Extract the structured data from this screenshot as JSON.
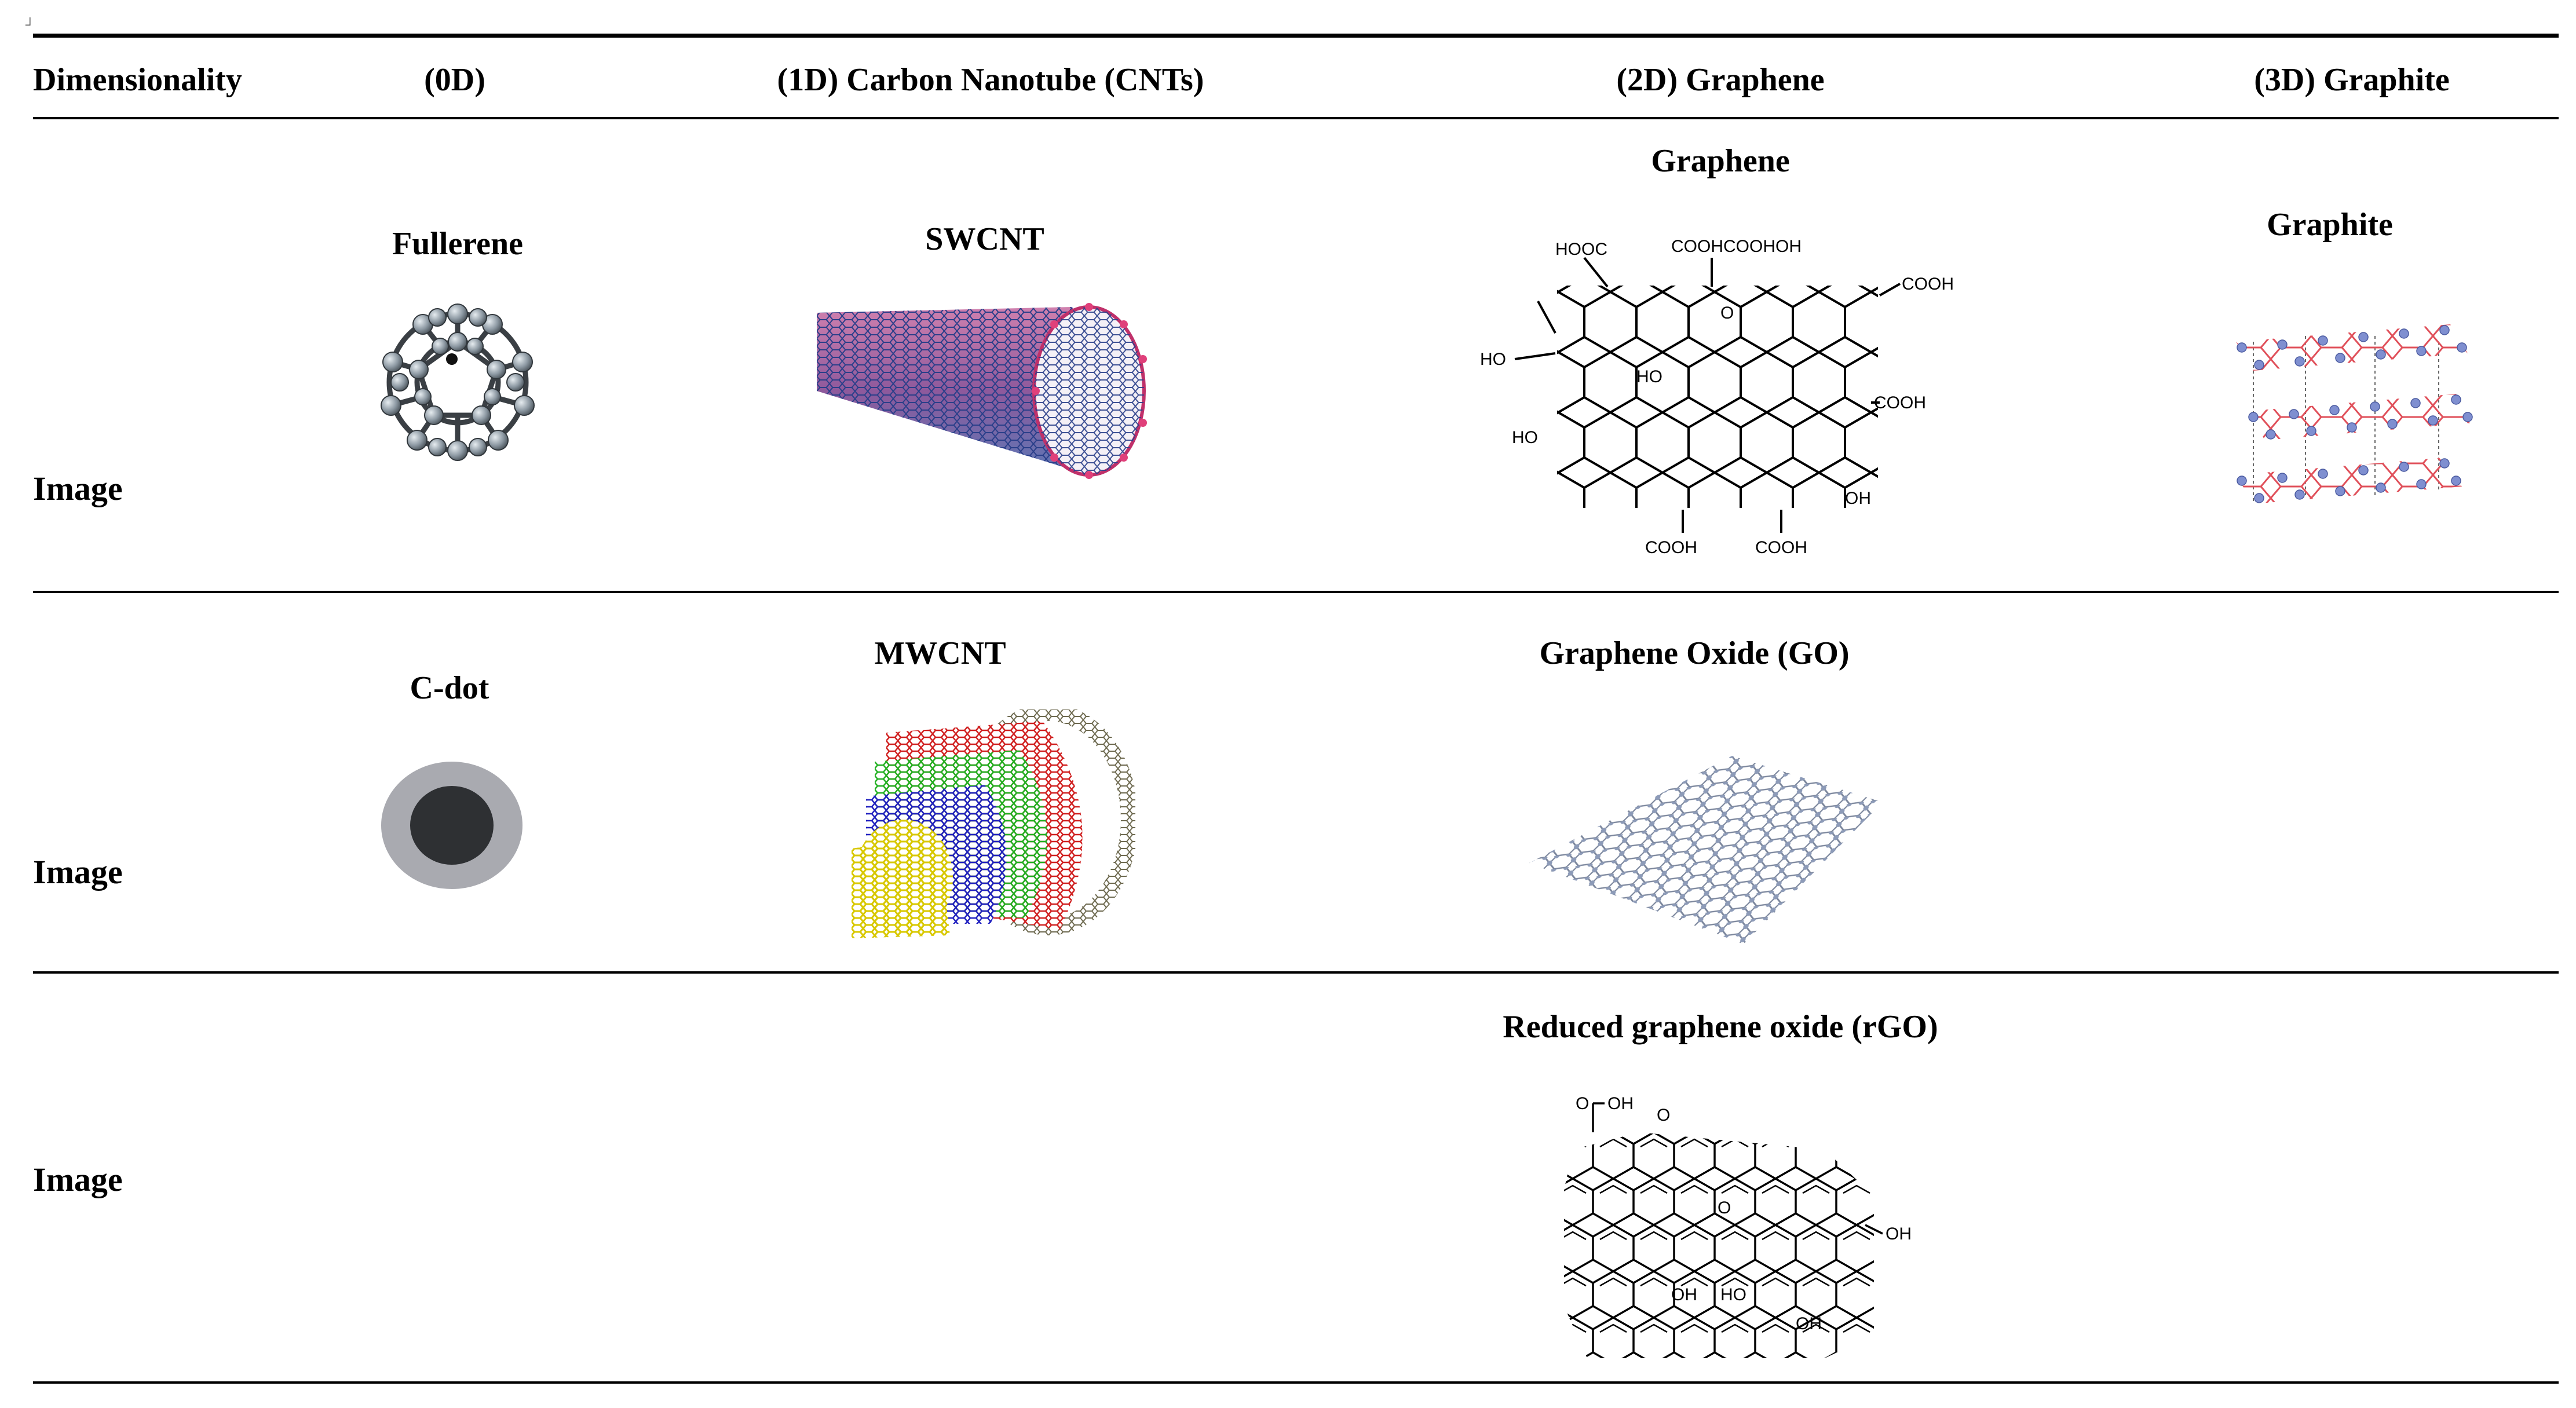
{
  "corner_mark": "┘",
  "header": {
    "col0": "Dimensionality",
    "col1": "(0D)",
    "col2": "(1D) Carbon Nanotube (CNTs)",
    "col3": "(2D) Graphene",
    "col4": "(3D) Graphite"
  },
  "rows": [
    {
      "label": "Image",
      "cells": {
        "c1": "Fullerene",
        "c2": "SWCNT",
        "c3": "Graphene",
        "c4": "Graphite"
      }
    },
    {
      "label": "Image",
      "cells": {
        "c1": "C-dot",
        "c2": "MWCNT",
        "c3": "Graphene Oxide (GO)",
        "c4": ""
      }
    },
    {
      "label": "Image",
      "cells": {
        "c1": "",
        "c2": "",
        "c3": "Reduced graphene oxide (rGO)",
        "c4": ""
      }
    }
  ],
  "go_structure_labels": {
    "hooc": "HOOC",
    "cooh_top": "COOHCOOHOH",
    "cooh_right": "COOH",
    "cooh_right2": "COOH",
    "ho_left": "HO",
    "ho_left2": "HO",
    "ho_mid": "HO",
    "oh_bottom": "OH",
    "cooh_b1": "COOH",
    "cooh_b2": "COOH",
    "o": "O"
  },
  "rgo_structure_labels": {
    "oh_top": "OH",
    "o_top": "O",
    "oh_right": "OH",
    "oh1": "OH",
    "ho": "HO",
    "oh2": "OH",
    "o": "O"
  }
}
